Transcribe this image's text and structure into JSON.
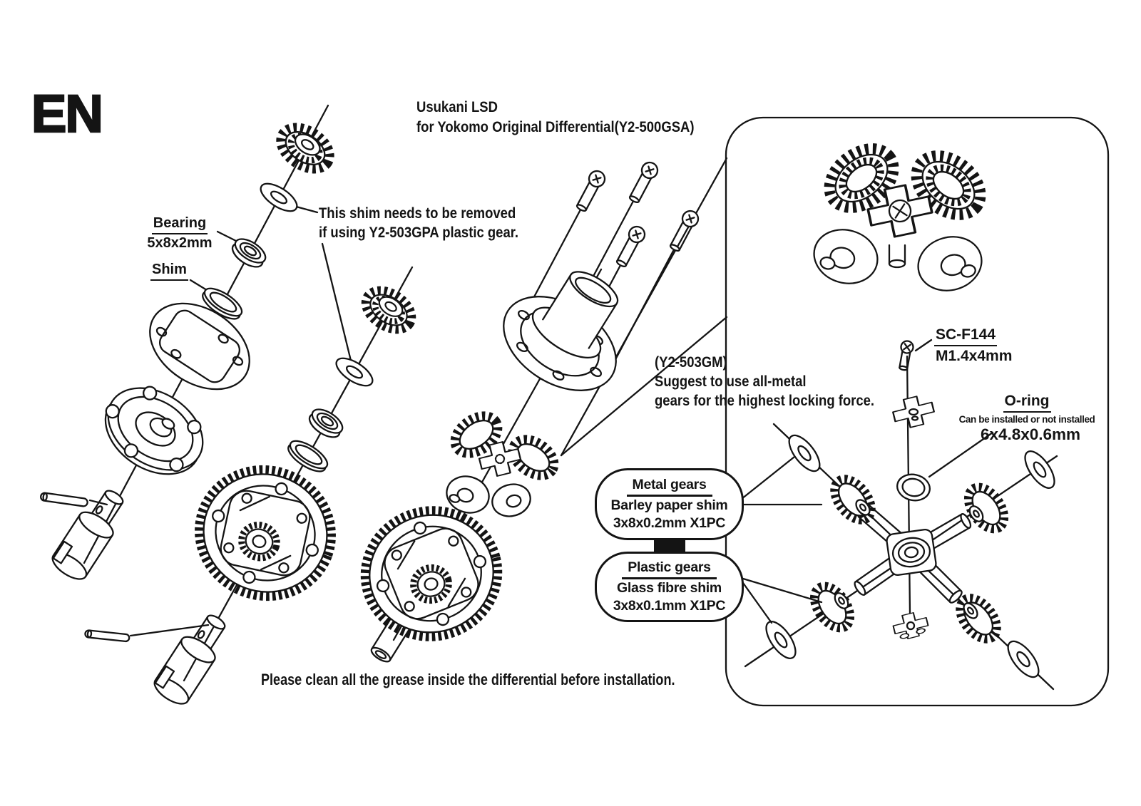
{
  "page": {
    "language_code": "EN"
  },
  "title": {
    "line1": "Usukani LSD",
    "line2": "for Yokomo Original Differential(Y2-500GSA)"
  },
  "callouts": {
    "bearing": {
      "name": "Bearing",
      "size": "5x8x2mm"
    },
    "shim": {
      "name": "Shim"
    },
    "shim_note": {
      "line1": "This shim needs to be removed",
      "line2": "if using Y2-503GPA plastic gear."
    },
    "metal_note": {
      "line1": "(Y2-503GM)",
      "line2": "Suggest to use all-metal",
      "line3": "gears for the highest locking force."
    },
    "screw": {
      "part_no": "SC-F144",
      "size": "M1.4x4mm"
    },
    "o_ring": {
      "name": "O-ring",
      "note": "Can be installed or not installed",
      "size": "6x4.8x0.6mm"
    }
  },
  "option_boxes": {
    "metal": {
      "title": "Metal gears",
      "shim": "Barley paper shim",
      "spec": "3x8x0.2mm X1PC"
    },
    "plastic": {
      "title": "Plastic gears",
      "shim": "Glass fibre shim",
      "spec": "3x8x0.1mm X1PC"
    }
  },
  "footer": {
    "note": "Please clean all the grease inside the differential before installation."
  },
  "colors": {
    "line": "#141414",
    "background": "#ffffff"
  }
}
